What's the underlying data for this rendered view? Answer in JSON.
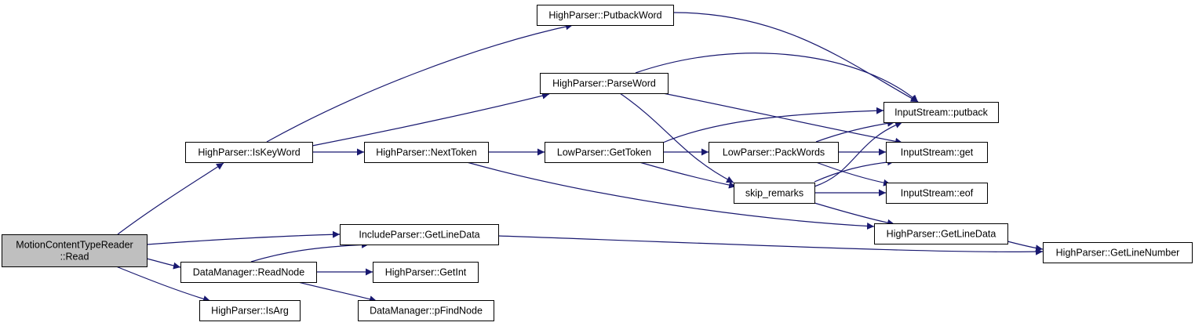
{
  "colors": {
    "edge": "#191970",
    "node_border": "#000000",
    "node_fill": "#ffffff",
    "root_fill": "#bfbfbf"
  },
  "nodes": [
    {
      "id": "root",
      "lines": [
        "MotionContentTypeReader",
        "::Read"
      ],
      "root": true
    },
    {
      "id": "iskeyword",
      "lines": [
        "HighParser::IsKeyWord"
      ]
    },
    {
      "id": "include_getlinedata",
      "lines": [
        "IncludeParser::GetLineData"
      ]
    },
    {
      "id": "readnode",
      "lines": [
        "DataManager::ReadNode"
      ]
    },
    {
      "id": "isarg",
      "lines": [
        "HighParser::IsArg"
      ]
    },
    {
      "id": "putbackword",
      "lines": [
        "HighParser::PutbackWord"
      ]
    },
    {
      "id": "parseword",
      "lines": [
        "HighParser::ParseWord"
      ]
    },
    {
      "id": "nexttoken",
      "lines": [
        "HighParser::NextToken"
      ]
    },
    {
      "id": "getint",
      "lines": [
        "HighParser::GetInt"
      ]
    },
    {
      "id": "pfindnode",
      "lines": [
        "DataManager::pFindNode"
      ]
    },
    {
      "id": "gettoken",
      "lines": [
        "LowParser::GetToken"
      ]
    },
    {
      "id": "packwords",
      "lines": [
        "LowParser::PackWords"
      ]
    },
    {
      "id": "skip_remarks",
      "lines": [
        "skip_remarks"
      ]
    },
    {
      "id": "putback",
      "lines": [
        "InputStream::putback"
      ]
    },
    {
      "id": "get",
      "lines": [
        "InputStream::get"
      ]
    },
    {
      "id": "eof",
      "lines": [
        "InputStream::eof"
      ]
    },
    {
      "id": "high_getlinedata",
      "lines": [
        "HighParser::GetLineData"
      ]
    },
    {
      "id": "getlinenumber",
      "lines": [
        "HighParser::GetLineNumber"
      ]
    }
  ],
  "edges": [
    {
      "from": "root",
      "to": "iskeyword"
    },
    {
      "from": "root",
      "to": "include_getlinedata"
    },
    {
      "from": "root",
      "to": "readnode"
    },
    {
      "from": "root",
      "to": "isarg"
    },
    {
      "from": "iskeyword",
      "to": "putbackword"
    },
    {
      "from": "iskeyword",
      "to": "parseword"
    },
    {
      "from": "iskeyword",
      "to": "nexttoken"
    },
    {
      "from": "putbackword",
      "to": "putback"
    },
    {
      "from": "parseword",
      "to": "putback"
    },
    {
      "from": "parseword",
      "to": "get"
    },
    {
      "from": "parseword",
      "to": "skip_remarks"
    },
    {
      "from": "nexttoken",
      "to": "gettoken"
    },
    {
      "from": "nexttoken",
      "to": "high_getlinedata"
    },
    {
      "from": "gettoken",
      "to": "putback"
    },
    {
      "from": "gettoken",
      "to": "packwords"
    },
    {
      "from": "gettoken",
      "to": "skip_remarks"
    },
    {
      "from": "packwords",
      "to": "putback"
    },
    {
      "from": "packwords",
      "to": "get"
    },
    {
      "from": "packwords",
      "to": "eof"
    },
    {
      "from": "skip_remarks",
      "to": "putback"
    },
    {
      "from": "skip_remarks",
      "to": "get"
    },
    {
      "from": "skip_remarks",
      "to": "eof"
    },
    {
      "from": "skip_remarks",
      "to": "high_getlinedata"
    },
    {
      "from": "include_getlinedata",
      "to": "getlinenumber"
    },
    {
      "from": "high_getlinedata",
      "to": "getlinenumber"
    },
    {
      "from": "readnode",
      "to": "include_getlinedata"
    },
    {
      "from": "readnode",
      "to": "getint"
    },
    {
      "from": "readnode",
      "to": "pfindnode"
    }
  ]
}
